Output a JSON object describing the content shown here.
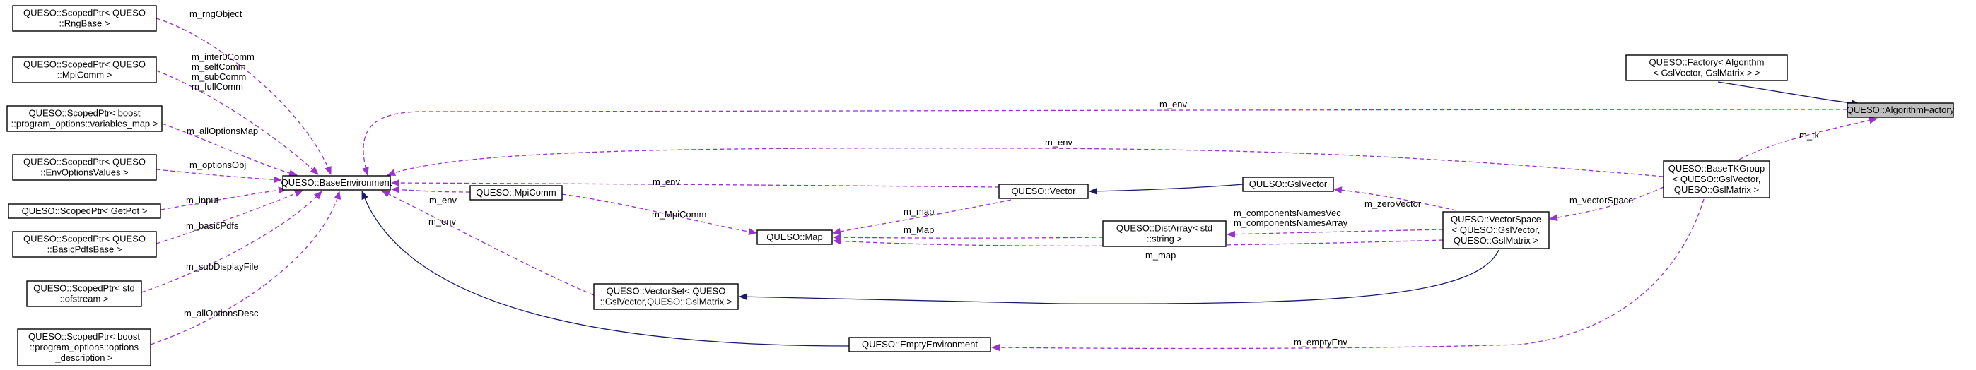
{
  "nodes": [
    {
      "id": "algfactory",
      "lines": [
        "QUESO::AlgorithmFactory"
      ],
      "highlight": true
    },
    {
      "id": "factory",
      "lines": [
        "QUESO::Factory< Algorithm",
        "< GslVector, GslMatrix > >"
      ]
    },
    {
      "id": "basetk",
      "lines": [
        "QUESO::BaseTKGroup",
        "< QUESO::GslVector,",
        "QUESO::GslMatrix >"
      ]
    },
    {
      "id": "baseenv",
      "lines": [
        "QUESO::BaseEnvironment"
      ]
    },
    {
      "id": "sp_rng",
      "lines": [
        "QUESO::ScopedPtr< QUESO",
        "::RngBase >"
      ]
    },
    {
      "id": "sp_mpi",
      "lines": [
        "QUESO::ScopedPtr< QUESO",
        "::MpiComm >"
      ]
    },
    {
      "id": "sp_vm",
      "lines": [
        "QUESO::ScopedPtr< boost",
        "::program_options::variables_map >"
      ]
    },
    {
      "id": "sp_envopt",
      "lines": [
        "QUESO::ScopedPtr< QUESO",
        "::EnvOptionsValues >"
      ]
    },
    {
      "id": "sp_getpot",
      "lines": [
        "QUESO::ScopedPtr< GetPot >"
      ]
    },
    {
      "id": "sp_pdfs",
      "lines": [
        "QUESO::ScopedPtr< QUESO",
        "::BasicPdfsBase >"
      ]
    },
    {
      "id": "sp_ofs",
      "lines": [
        "QUESO::ScopedPtr< std",
        "::ofstream >"
      ]
    },
    {
      "id": "sp_desc",
      "lines": [
        "QUESO::ScopedPtr< boost",
        "::program_options::options",
        "_description >"
      ]
    },
    {
      "id": "vector",
      "lines": [
        "QUESO::Vector"
      ]
    },
    {
      "id": "gslvector",
      "lines": [
        "QUESO::GslVector"
      ]
    },
    {
      "id": "mpicomm",
      "lines": [
        "QUESO::MpiComm"
      ]
    },
    {
      "id": "map",
      "lines": [
        "QUESO::Map"
      ]
    },
    {
      "id": "distarray",
      "lines": [
        "QUESO::DistArray< std",
        "::string >"
      ]
    },
    {
      "id": "vspace",
      "lines": [
        "QUESO::VectorSpace",
        "< QUESO::GslVector,",
        "QUESO::GslMatrix >"
      ]
    },
    {
      "id": "vset",
      "lines": [
        "QUESO::VectorSet< QUESO",
        "::GslVector,QUESO::GslMatrix >"
      ]
    },
    {
      "id": "emptyenv",
      "lines": [
        "QUESO::EmptyEnvironment"
      ]
    }
  ],
  "edges": [
    {
      "id": "e_fac_alg",
      "kind": "inherit",
      "from": "factory",
      "to": "algfactory",
      "labels": []
    },
    {
      "id": "e_alg_env",
      "kind": "usage",
      "from": "baseenv",
      "to": "algfactory",
      "labels": [
        "m_env"
      ]
    },
    {
      "id": "e_tk_alg",
      "kind": "usage",
      "from": "basetk",
      "to": "algfactory",
      "labels": [
        "m_tk"
      ]
    },
    {
      "id": "e_tk_env",
      "kind": "usage",
      "from": "baseenv",
      "to": "basetk",
      "labels": [
        "m_env"
      ]
    },
    {
      "id": "e_tk_vs",
      "kind": "usage",
      "from": "vspace",
      "to": "basetk",
      "labels": [
        "m_vectorSpace"
      ]
    },
    {
      "id": "e_tk_empty",
      "kind": "usage",
      "from": "emptyenv",
      "to": "basetk",
      "labels": [
        "m_emptyEnv"
      ]
    },
    {
      "id": "e_rng",
      "kind": "usage",
      "from": "sp_rng",
      "to": "baseenv",
      "labels": [
        "m_rngObject"
      ]
    },
    {
      "id": "e_mpi",
      "kind": "usage",
      "from": "sp_mpi",
      "to": "baseenv",
      "labels": [
        "m_inter0Comm",
        "m_selfComm",
        "m_subComm",
        "m_fullComm"
      ]
    },
    {
      "id": "e_vm",
      "kind": "usage",
      "from": "sp_vm",
      "to": "baseenv",
      "labels": [
        "m_allOptionsMap"
      ]
    },
    {
      "id": "e_envopt",
      "kind": "usage",
      "from": "sp_envopt",
      "to": "baseenv",
      "labels": [
        "m_optionsObj"
      ]
    },
    {
      "id": "e_getpot",
      "kind": "usage",
      "from": "sp_getpot",
      "to": "baseenv",
      "labels": [
        "m_input"
      ]
    },
    {
      "id": "e_pdfs",
      "kind": "usage",
      "from": "sp_pdfs",
      "to": "baseenv",
      "labels": [
        "m_basicPdfs"
      ]
    },
    {
      "id": "e_ofs",
      "kind": "usage",
      "from": "sp_ofs",
      "to": "baseenv",
      "labels": [
        "m_subDisplayFile"
      ]
    },
    {
      "id": "e_desc",
      "kind": "usage",
      "from": "sp_desc",
      "to": "baseenv",
      "labels": [
        "m_allOptionsDesc"
      ]
    },
    {
      "id": "e_vec_env",
      "kind": "usage",
      "from": "baseenv",
      "to": "vector",
      "labels": [
        "m_env"
      ]
    },
    {
      "id": "e_mpicomm_env",
      "kind": "usage",
      "from": "baseenv",
      "to": "mpicomm",
      "labels": [
        "m_env"
      ]
    },
    {
      "id": "e_vset_env",
      "kind": "usage",
      "from": "baseenv",
      "to": "vset",
      "labels": [
        "m_env"
      ]
    },
    {
      "id": "e_empty_inh",
      "kind": "inherit",
      "from": "emptyenv",
      "to": "baseenv",
      "labels": []
    },
    {
      "id": "e_vec_map",
      "kind": "usage",
      "from": "map",
      "to": "vector",
      "labels": [
        "m_map"
      ]
    },
    {
      "id": "e_gsl_vec",
      "kind": "inherit",
      "from": "gslvector",
      "to": "vector",
      "labels": []
    },
    {
      "id": "e_map_mpi",
      "kind": "usage",
      "from": "mpicomm",
      "to": "map",
      "labels": [
        "m_MpiComm"
      ]
    },
    {
      "id": "e_da_map",
      "kind": "usage",
      "from": "map",
      "to": "distarray",
      "labels": [
        "m_Map"
      ]
    },
    {
      "id": "e_vs_da",
      "kind": "usage",
      "from": "distarray",
      "to": "vspace",
      "labels": [
        "m_componentsNamesVec",
        "m_componentsNamesArray"
      ]
    },
    {
      "id": "e_vs_gsl",
      "kind": "usage",
      "from": "gslvector",
      "to": "vspace",
      "labels": [
        "m_zeroVector"
      ]
    },
    {
      "id": "e_vs_map",
      "kind": "usage",
      "from": "map",
      "to": "vspace",
      "labels": [
        "m_map"
      ]
    },
    {
      "id": "e_vs_vset",
      "kind": "inherit",
      "from": "vspace",
      "to": "vset",
      "labels": []
    }
  ]
}
